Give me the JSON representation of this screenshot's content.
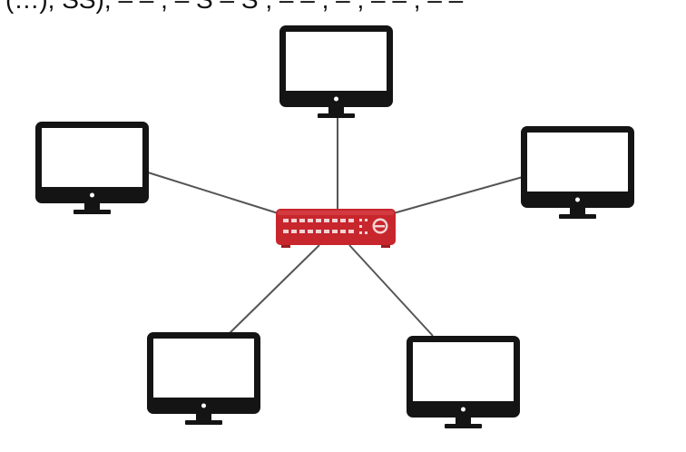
{
  "header_text": "(…), SS), – – , – S – S , – – , – , – – , – –",
  "colors": {
    "background": "#ffffff",
    "monitor_body": "#141414",
    "monitor_screen": "#ffffff",
    "cable": "#555555",
    "switch_body": "#c8262d",
    "switch_ports": "#f2d4d5"
  },
  "icons": {
    "computer": "desktop-monitor-icon",
    "hub": "network-switch-icon"
  },
  "topology": {
    "type": "star",
    "hub": "switch",
    "nodes": [
      "computer-top",
      "computer-left",
      "computer-right",
      "computer-bottom-left",
      "computer-bottom-right"
    ]
  }
}
